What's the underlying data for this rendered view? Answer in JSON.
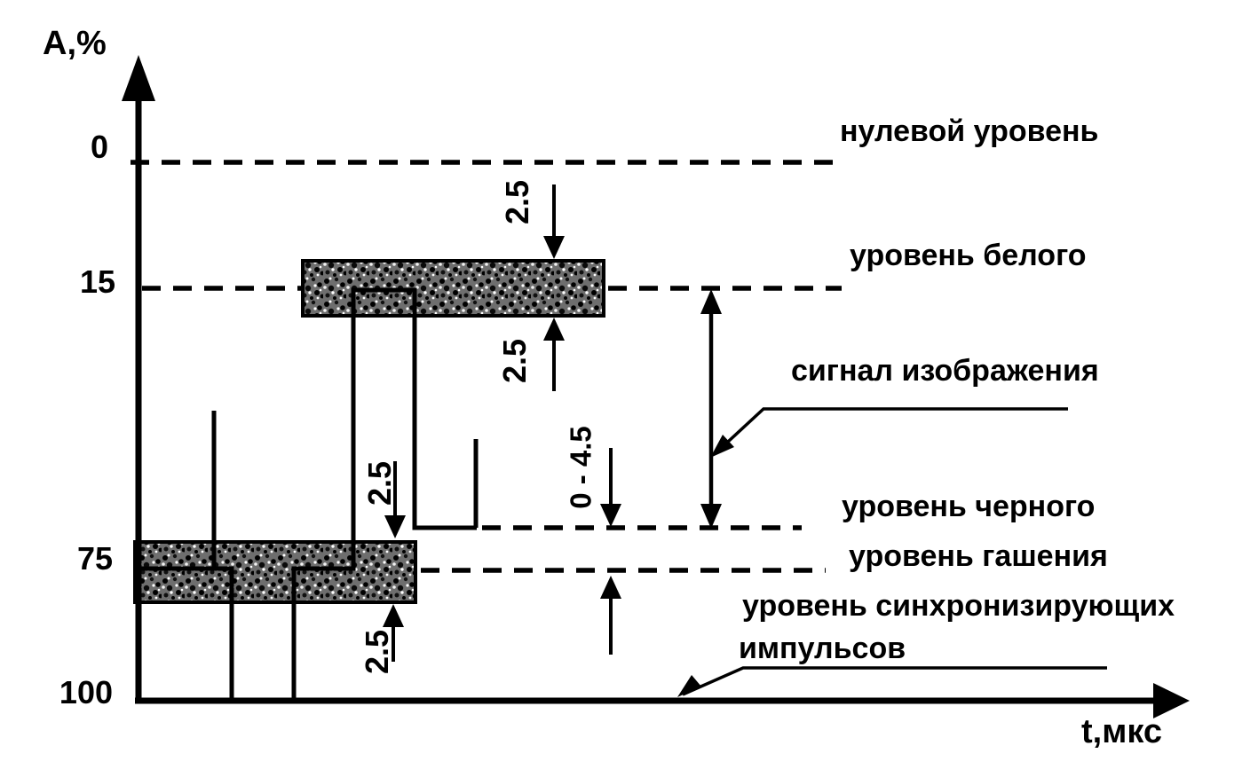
{
  "axes": {
    "y_label": "A,%",
    "x_label": "t,мкс",
    "y_ticks": [
      "0",
      "15",
      "75",
      "100"
    ]
  },
  "level_labels": {
    "zero": "нулевой уровень",
    "white": "уровень белого",
    "black": "уровень черного",
    "blanking": "уровень гашения",
    "sync_line1": "уровень синхронизирующих",
    "sync_line2": "импульсов"
  },
  "annotations": {
    "signal": "сигнал изображения"
  },
  "dimensions": {
    "white_top": "2.5",
    "white_bottom": "2.5",
    "blanking_top": "2.5",
    "blanking_bottom": "2.5",
    "black_range": "0 - 4.5"
  },
  "colors": {
    "ink": "#000000",
    "paper": "#ffffff"
  },
  "chart_data": {
    "type": "line",
    "xlabel": "t,мкс",
    "ylabel": "A,%",
    "y_axis_inverted": true,
    "y_ticks": [
      0,
      15,
      75,
      100
    ],
    "grid": false,
    "levels": [
      {
        "label": "нулевой уровень",
        "value": 0
      },
      {
        "label": "уровень белого",
        "value": 15,
        "tolerance": "±2.5"
      },
      {
        "label": "уровень черного",
        "offset_above_blanking": "0 - 4.5"
      },
      {
        "label": "уровень гашения",
        "value": 75,
        "tolerance": "±2.5"
      },
      {
        "label": "уровень синхронизирующих импульсов",
        "value": 100
      }
    ],
    "annotations": [
      "сигнал изображения"
    ],
    "waveform_segments": [
      {
        "from_level": "gray",
        "to_level": "blanking",
        "note": "drop at end of previous line"
      },
      {
        "level": "blanking"
      },
      {
        "level": "sync tip (100)"
      },
      {
        "level": "blanking"
      },
      {
        "level": "white (15)"
      },
      {
        "level": "black"
      },
      {
        "from_level": "black",
        "to_level": "gray",
        "note": "start of picture content"
      }
    ]
  }
}
